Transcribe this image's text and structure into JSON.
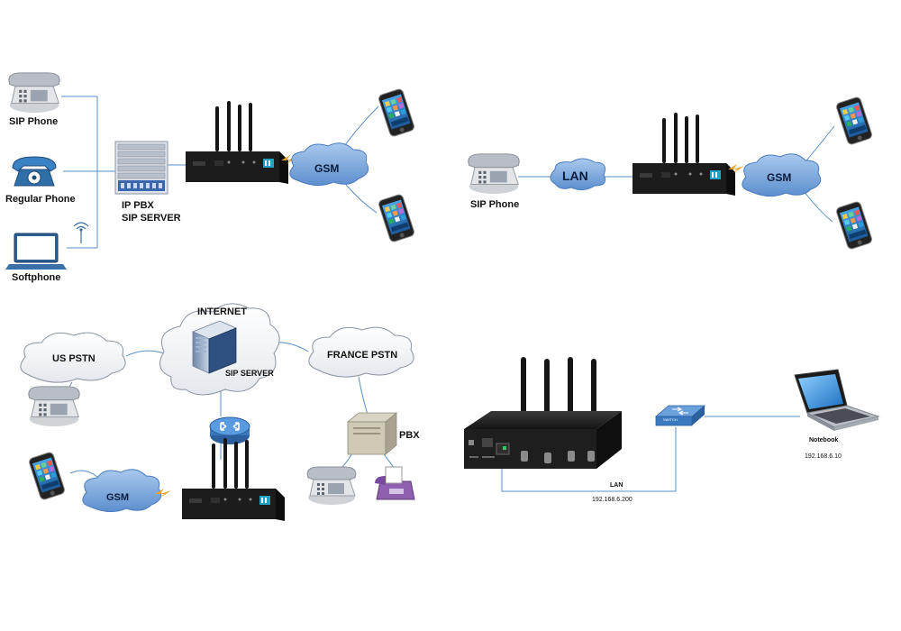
{
  "panel_a": {
    "sip_phone": "SIP Phone",
    "regular_phone": "Regular Phone",
    "softphone": "Softphone",
    "ip_pbx": "IP PBX",
    "sip_server": "SIP SERVER",
    "gsm": "GSM"
  },
  "panel_b": {
    "sip_phone": "SIP Phone",
    "lan": "LAN",
    "gsm": "GSM"
  },
  "panel_c": {
    "internet": "INTERNET",
    "sip_server": "SIP SERVER",
    "us_pstn": "US PSTN",
    "france_pstn": "FRANCE PSTN",
    "pbx": "PBX",
    "gsm": "GSM"
  },
  "panel_d": {
    "lan": "LAN",
    "gateway_ip": "192.168.6.200",
    "notebook": "Notebook",
    "notebook_ip": "192.168.6.10",
    "switch": "SWITCH"
  },
  "colors": {
    "line": "#5a8fc8",
    "cloud": "#8fb5e0",
    "device": "#1c1c1c",
    "accent": "#1fa3c8",
    "lightning": "#f0a020"
  }
}
